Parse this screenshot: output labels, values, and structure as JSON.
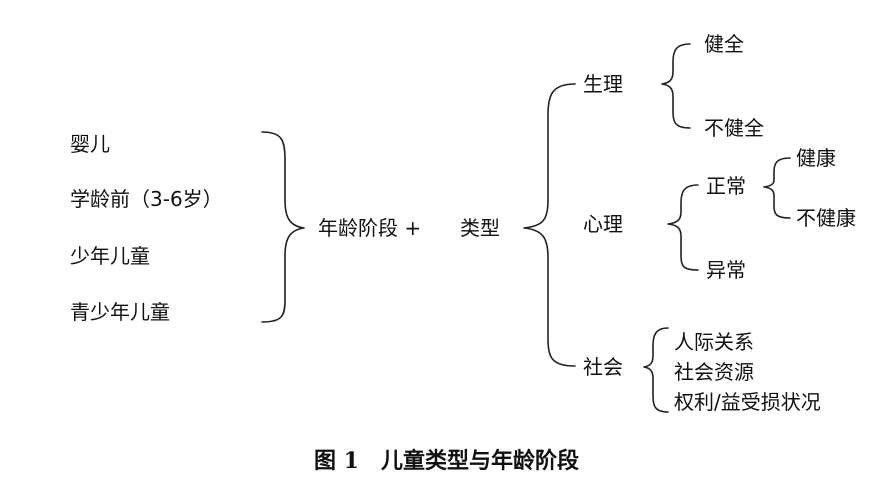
{
  "ages": [
    "婴儿",
    "学龄前（3-6岁）",
    "少年儿童",
    "青少年儿童"
  ],
  "center_label": "年龄阶段 +",
  "type_label": "类型",
  "categories": {
    "physiological": {
      "label": "生理",
      "children": [
        "健全",
        "不健全"
      ]
    },
    "psychological": {
      "label": "心理",
      "normal": {
        "label": "正常",
        "children": [
          "健康",
          "不健康"
        ]
      },
      "abnormal": "异常"
    },
    "social": {
      "label": "社会",
      "children": [
        "人际关系",
        "社会资源",
        "权利/益受损状况"
      ]
    }
  },
  "caption": "图 1　儿童类型与年龄阶段"
}
